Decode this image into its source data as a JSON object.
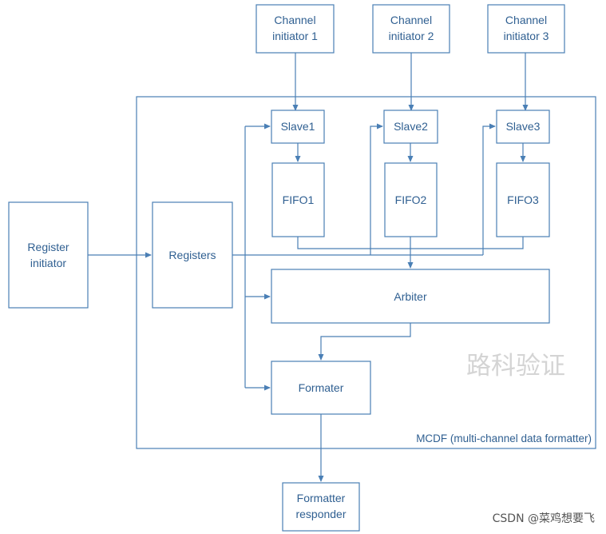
{
  "diagram": {
    "channel_initiators": [
      {
        "line1": "Channel",
        "line2": "initiator 1"
      },
      {
        "line1": "Channel",
        "line2": "initiator 2"
      },
      {
        "line1": "Channel",
        "line2": "initiator 3"
      }
    ],
    "slaves": [
      "Slave1",
      "Slave2",
      "Slave3"
    ],
    "fifos": [
      "FIFO1",
      "FIFO2",
      "FIFO3"
    ],
    "register_initiator": {
      "line1": "Register",
      "line2": "initiator"
    },
    "registers": "Registers",
    "arbiter": "Arbiter",
    "formater": "Formater",
    "formatter_responder": {
      "line1": "Formatter",
      "line2": "responder"
    },
    "container_label": "MCDF (multi-channel data formatter)",
    "watermark": "路科验证",
    "credit": "CSDN @菜鸡想要飞"
  },
  "colors": {
    "line": "#4a7fb5",
    "text": "#2f5f91",
    "watermark": "#d4d4d4"
  }
}
